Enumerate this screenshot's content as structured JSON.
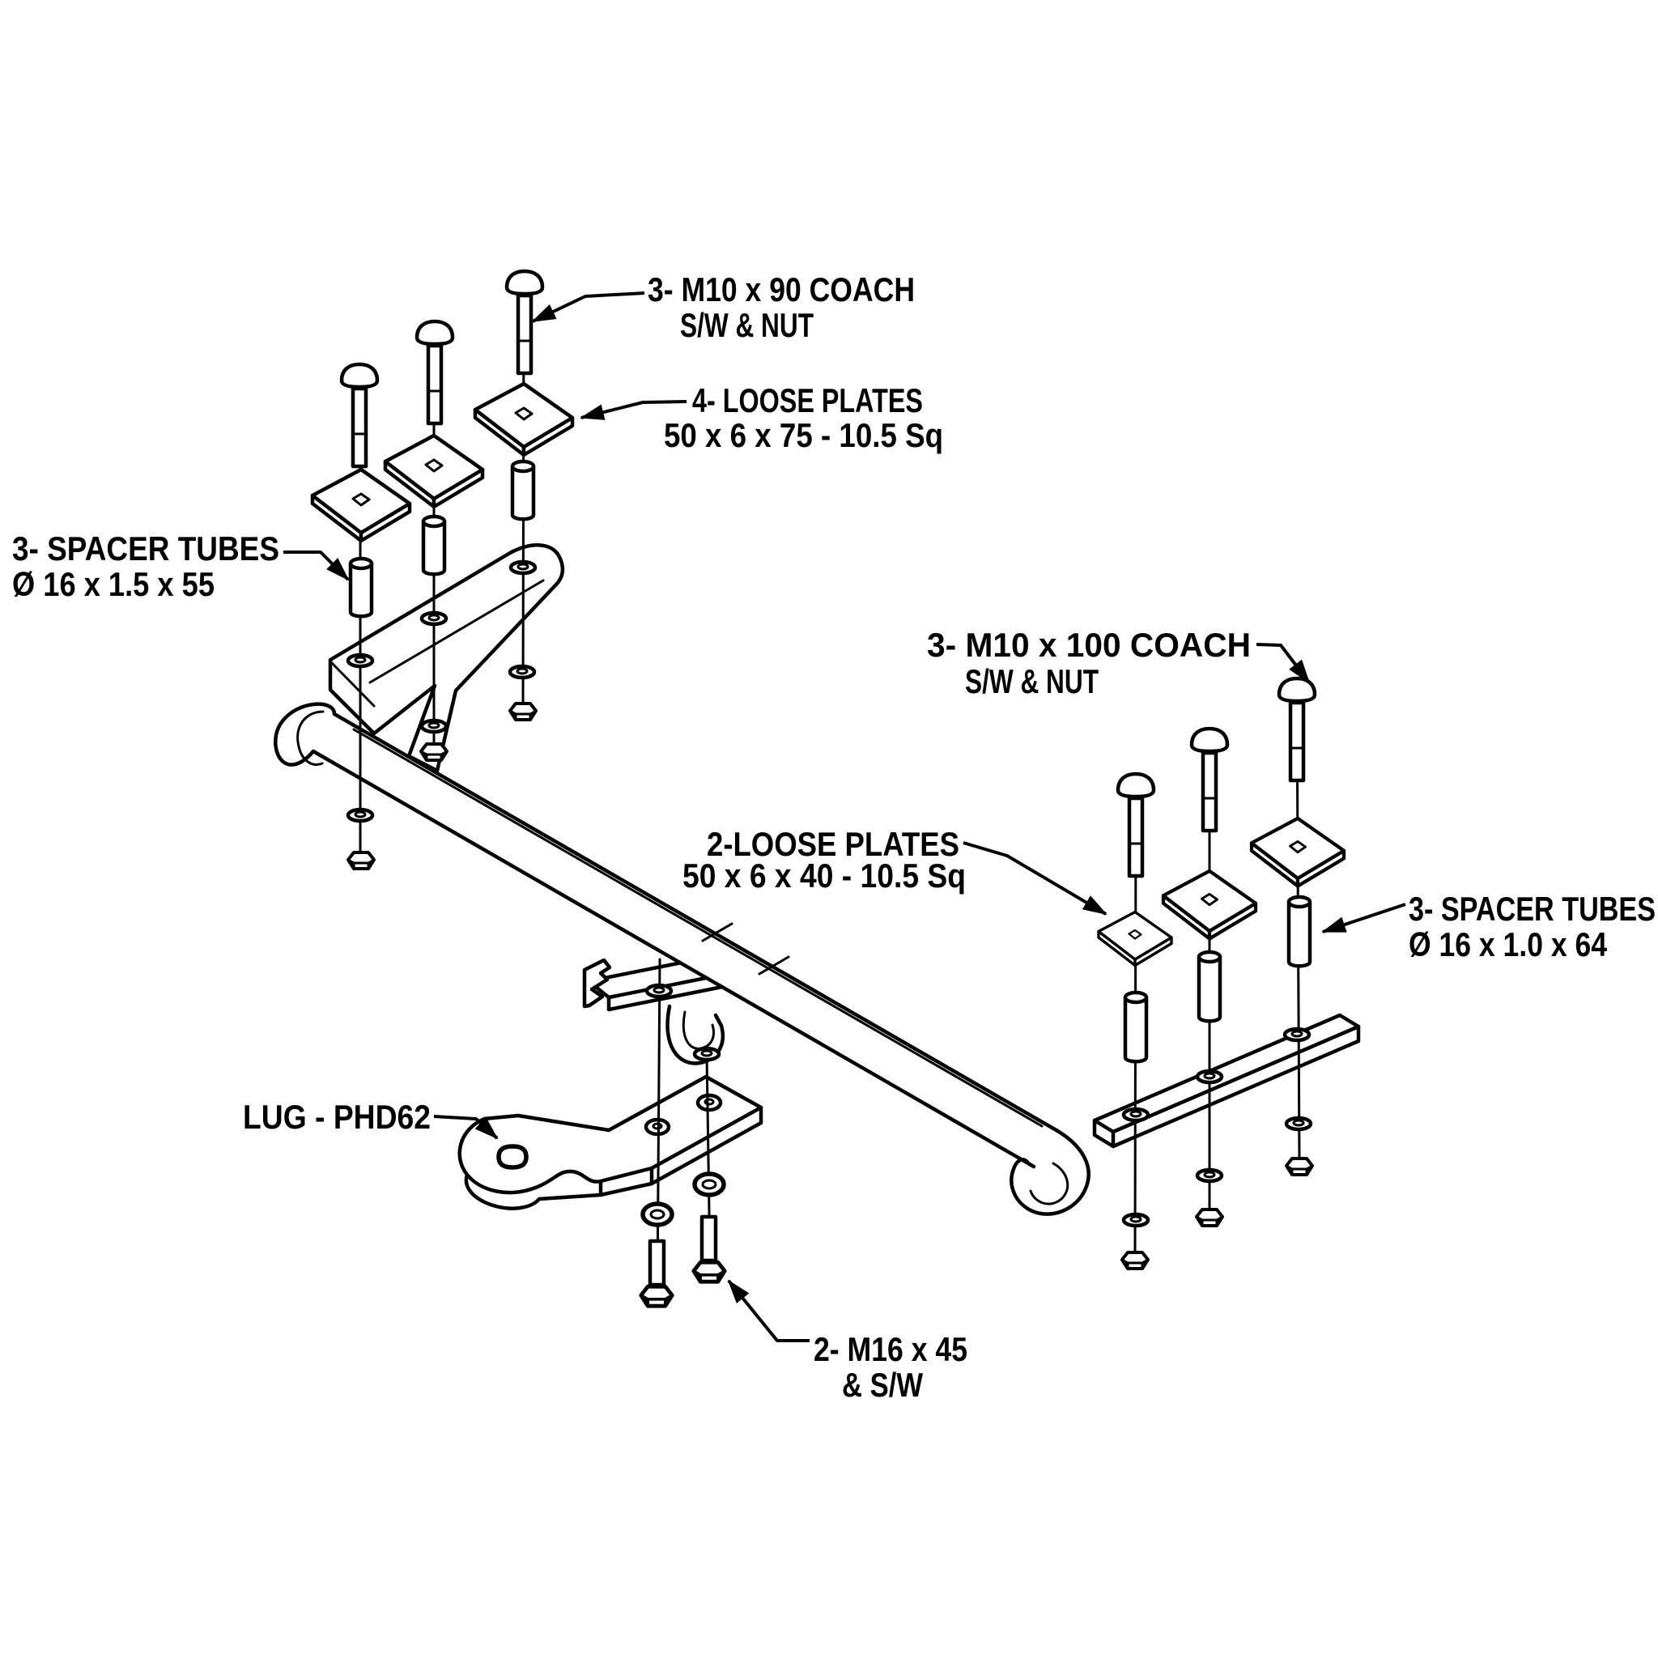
{
  "colors": {
    "ink": "#000000",
    "paper": "#ffffff"
  },
  "labels": {
    "bolts_left": {
      "line1": "3- M10 x 90 COACH",
      "line2": "S/W & NUT"
    },
    "loose_plates_left": {
      "line1": "4- LOOSE PLATES",
      "line2": "50 x 6 x 75 - 10.5 Sq"
    },
    "spacer_tubes_left": {
      "line1": "3- SPACER TUBES",
      "line2": "Ø 16 x 1.5 x 55"
    },
    "bolts_right": {
      "line1": "3- M10 x 100 COACH",
      "line2": "S/W & NUT"
    },
    "loose_plates_right": {
      "line1": "2-LOOSE PLATES",
      "line2": "50 x 6 x 40 - 10.5 Sq"
    },
    "spacer_tubes_right": {
      "line1": "3- SPACER TUBES",
      "line2": "Ø 16 x 1.0 x 64"
    },
    "lug": {
      "line1": "LUG - PHD62"
    },
    "bolts_m16": {
      "line1": "2- M16 x 45",
      "line2": "& S/W"
    }
  }
}
